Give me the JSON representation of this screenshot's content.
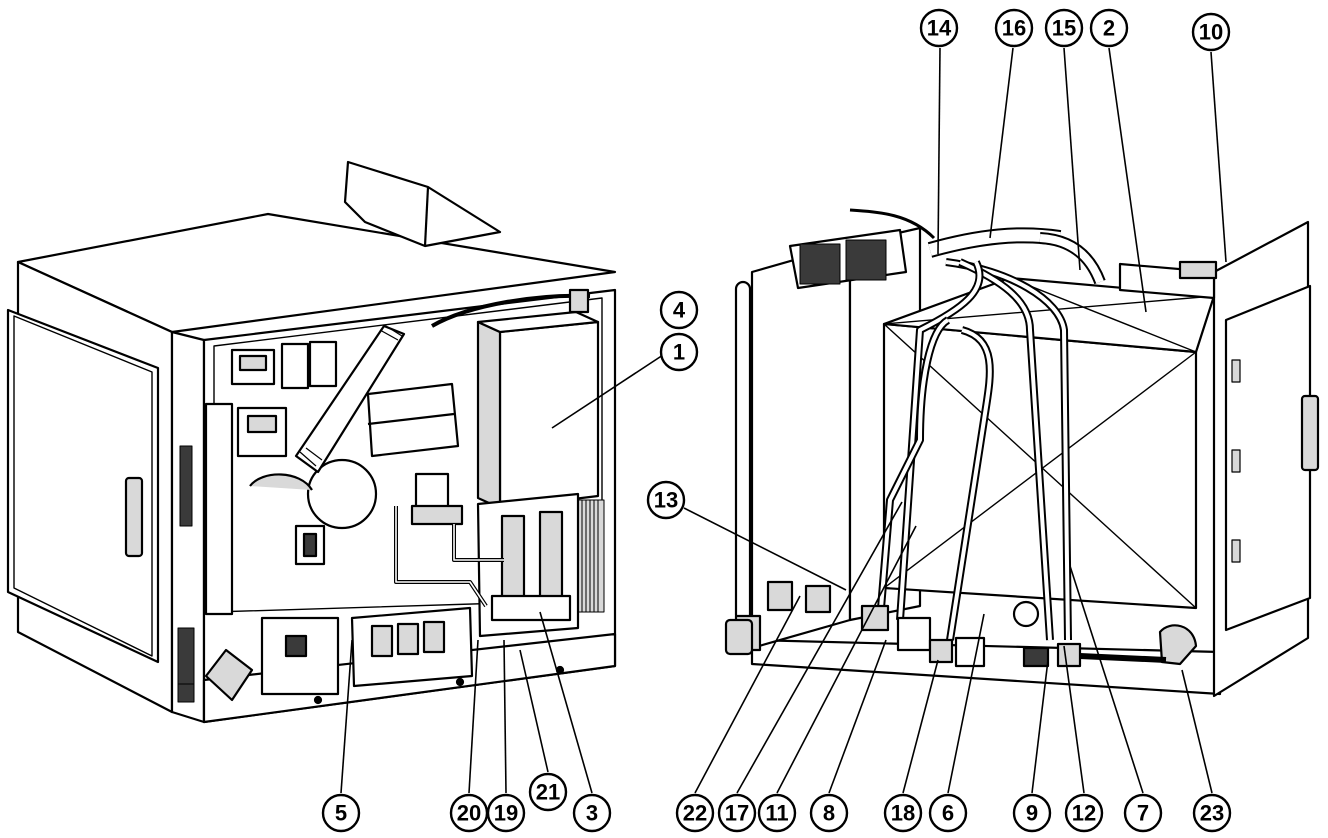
{
  "diagram": {
    "colors": {
      "line": "#000000",
      "panel": "#ffffff",
      "shade": "#d9d9d9",
      "dark": "#3a3a3a"
    },
    "callouts": [
      {
        "id": "c14",
        "label": "14"
      },
      {
        "id": "c16",
        "label": "16"
      },
      {
        "id": "c15",
        "label": "15"
      },
      {
        "id": "c2",
        "label": "2"
      },
      {
        "id": "c10",
        "label": "10"
      },
      {
        "id": "c4",
        "label": "4"
      },
      {
        "id": "c1",
        "label": "1"
      },
      {
        "id": "c13",
        "label": "13"
      },
      {
        "id": "c5",
        "label": "5"
      },
      {
        "id": "c20",
        "label": "20"
      },
      {
        "id": "c19",
        "label": "19"
      },
      {
        "id": "c21",
        "label": "21"
      },
      {
        "id": "c3",
        "label": "3"
      },
      {
        "id": "c22",
        "label": "22"
      },
      {
        "id": "c17",
        "label": "17"
      },
      {
        "id": "c11",
        "label": "11"
      },
      {
        "id": "c8",
        "label": "8"
      },
      {
        "id": "c18",
        "label": "18"
      },
      {
        "id": "c6",
        "label": "6"
      },
      {
        "id": "c9",
        "label": "9"
      },
      {
        "id": "c12",
        "label": "12"
      },
      {
        "id": "c7",
        "label": "7"
      },
      {
        "id": "c23",
        "label": "23"
      }
    ]
  }
}
